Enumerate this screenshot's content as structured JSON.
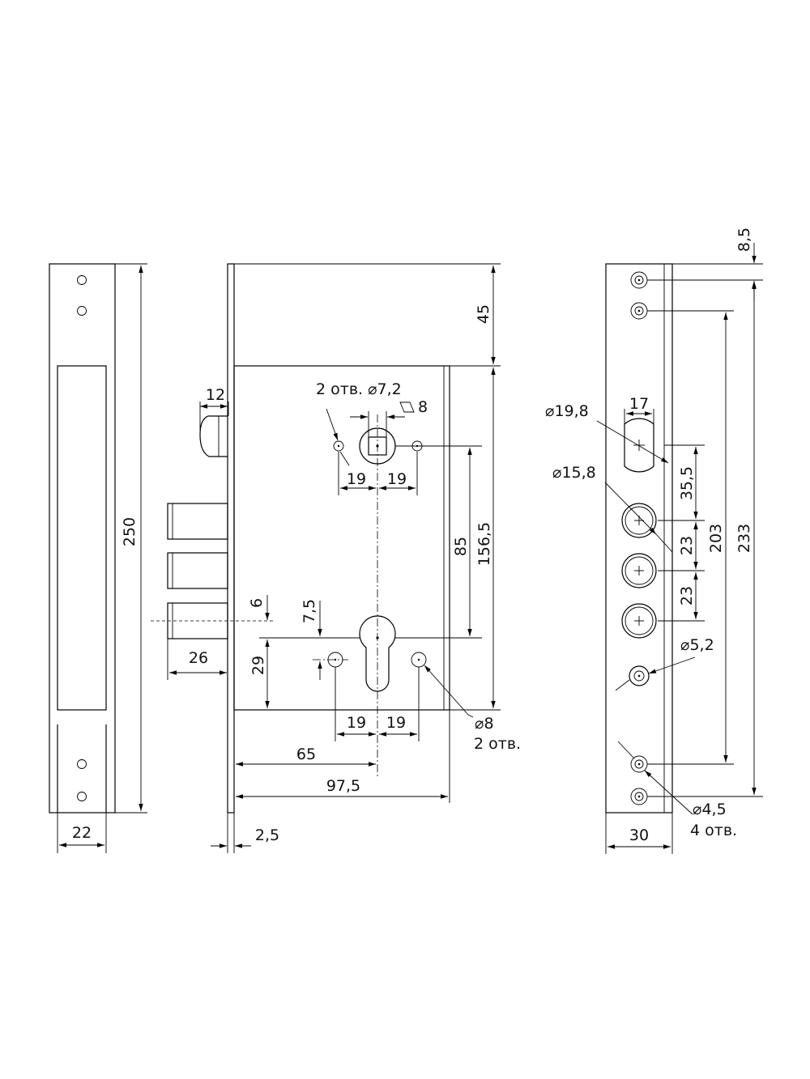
{
  "dimensions": {
    "strike_height": "250",
    "strike_width": "22",
    "latch_width": "12",
    "bolt_projection": "26",
    "faceplate_thickness": "2,5",
    "top_offset": "45",
    "spindle_to_cylinder": "85",
    "spindle_to_bottom": "156,5",
    "fix_holes_note": "2 отв.",
    "fix_holes_diameter": "⌀7,2",
    "spindle_square": "8",
    "top_pitch_left": "19",
    "top_pitch_right": "19",
    "bolt_axis_offset": "6",
    "hole_offset": "7,5",
    "cylinder_to_bottom": "29",
    "bottom_pitch_left": "19",
    "bottom_pitch_right": "19",
    "backset": "65",
    "case_depth": "97,5",
    "bottom_holes_diameter": "⌀8",
    "bottom_holes_note": "2 отв.",
    "plate_top_offset": "8,5",
    "latch_hole_diameter": "⌀19,8",
    "latch_hole_width": "17",
    "bolt_hole_diameter": "⌀15,8",
    "latch_to_bolt": "35,5",
    "bolt_pitch_1": "23",
    "bolt_pitch_2": "23",
    "screw_span_inner": "203",
    "screw_span_outer": "233",
    "center_hole_diameter": "⌀5,2",
    "screw_hole_diameter": "⌀4,5",
    "screw_holes_note": "4 отв.",
    "faceplate_width": "30"
  }
}
